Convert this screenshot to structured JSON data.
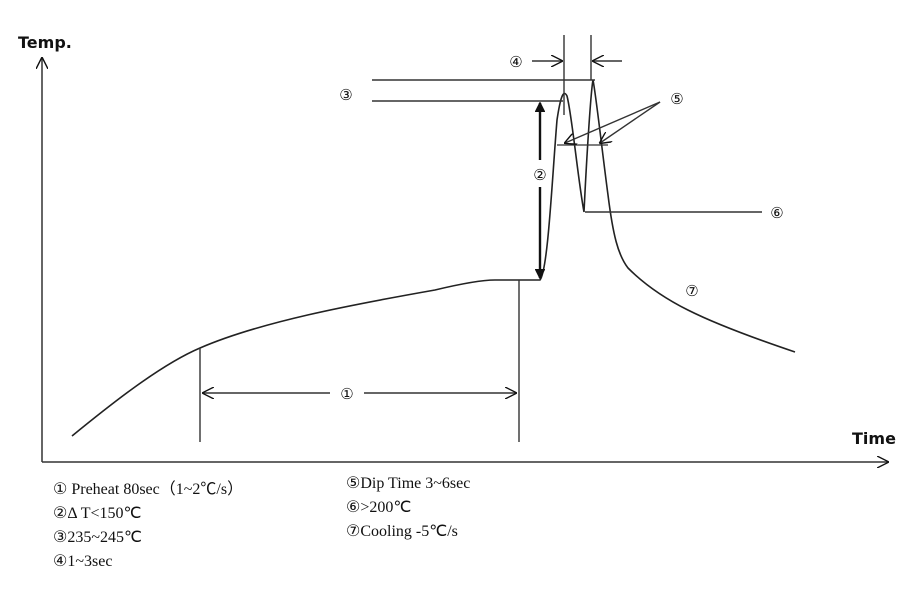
{
  "axes": {
    "y_label": "Temp.",
    "x_label": "Time"
  },
  "markers": [
    "①",
    "②",
    "③",
    "④",
    "⑤",
    "⑥",
    "⑦"
  ],
  "legend_left": [
    "① Preheat 80sec（1~2℃/s）",
    "②Δ T<150℃",
    "③235~245℃",
    "④1~3sec"
  ],
  "legend_right": [
    "⑤Dip Time 3~6sec",
    "⑥>200℃",
    "⑦Cooling -5℃/s"
  ]
}
